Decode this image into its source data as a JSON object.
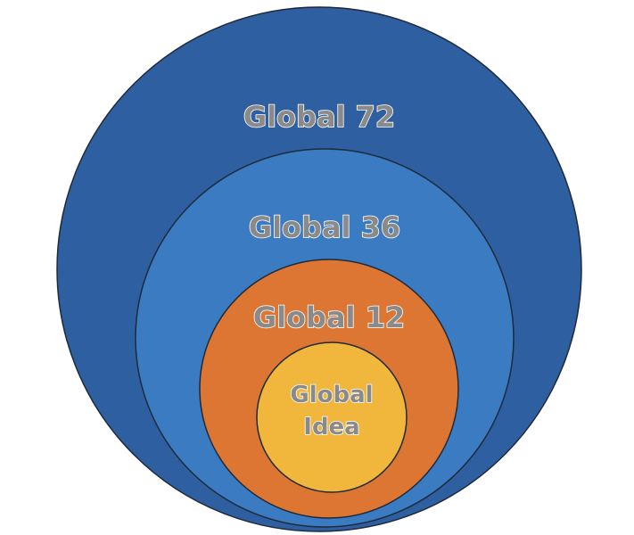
{
  "diagram": {
    "type": "nested-circles",
    "label_color": "#8a8a8a",
    "outline_color": "#1f2a3a",
    "rings": [
      {
        "label": "Global 72",
        "fill": "#2e5fa0"
      },
      {
        "label": "Global 36",
        "fill": "#3a7bc2"
      },
      {
        "label": "Global 12",
        "fill": "#dd7632"
      },
      {
        "label_lines": [
          "Global",
          "Idea"
        ],
        "fill": "#f1b63c"
      }
    ]
  }
}
